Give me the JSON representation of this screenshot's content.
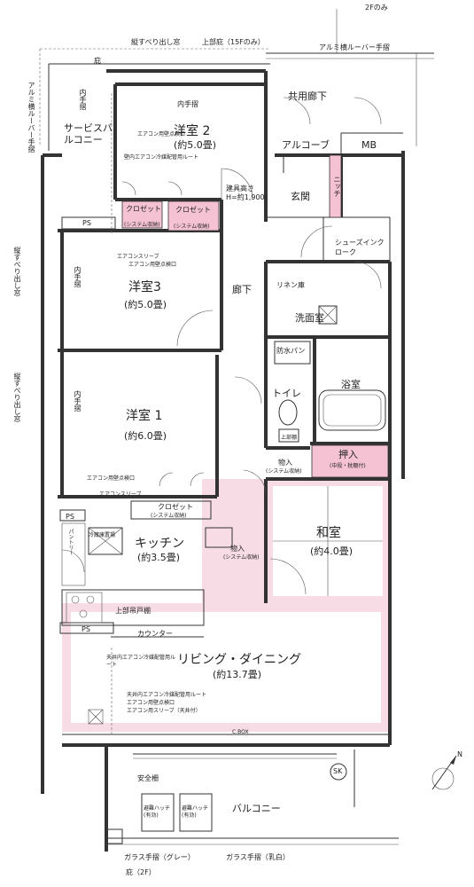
{
  "labels": {
    "vertical_window_1": "縦すべり出し窓",
    "upper_eaves": "上部庇（15Fのみ）",
    "aluminum_louver_top": "アルミ横ルーバー手摺",
    "floor_2f_only": "2Fのみ",
    "eaves": "庇",
    "aluminum_louver_left": "アルミ横ルーバー手摺",
    "vertical_window_left_a": "縦すべり出し窓",
    "vertical_window_left_b": "縦すべり出し窓",
    "inner_rail_1": "内手摺",
    "inner_rail_2": "内手摺",
    "inner_rail_3": "内手摺",
    "inner_rail_4": "内手摺",
    "service_balcony": "サービスバルコニー",
    "ac_wall_hole_1": "エアコン用壁点検口",
    "ac_piping_route": "壁内エアコン冷媒配管用ルート",
    "western_room_2": "洋室 2",
    "western_room_2_size": "(約5.0畳)",
    "common_corridor": "共用廊下",
    "alcove": "アルコーブ",
    "meter_box": "MB",
    "ceiling_height": "建具高さ H=約1,900",
    "entrance": "玄関",
    "niche": "ニッチ",
    "closet_1": "クロゼット",
    "closet_1_sub": "(システム収納)",
    "closet_2": "クロゼット",
    "closet_2_sub": "(システム収納)",
    "ps_1": "PS",
    "ps_2": "PS",
    "ps_3": "PS",
    "ac_sleeve": "エアコンスリーブ",
    "ac_wall_hole_2": "エアコン用壁点検口",
    "shoes_in_cloak": "シューズインクローク",
    "western_room_3": "洋室3",
    "western_room_3_size": "(約5.0畳)",
    "hallway": "廊下",
    "linen_shelf": "リネン庫",
    "washroom": "洗面室",
    "waterproof_pan": "防水パン",
    "bathroom": "浴室",
    "western_room_1": "洋室 1",
    "western_room_1_size": "(約6.0畳)",
    "toilet": "トイレ",
    "upper_shelf": "上部棚",
    "storage_1": "物入",
    "storage_1_sub": "(システム収納)",
    "oshiire": "押入",
    "oshiire_sub": "(中段・枕棚付)",
    "ac_wall_hole_3": "エアコン用壁点検口",
    "ac_sleeve_2": "エアコンスリーブ",
    "closet_3": "クロゼット",
    "closet_3_sub": "(システム収納)",
    "pantry": "パントリー",
    "fridge_space": "冷蔵庫置場",
    "kitchen": "キッチン",
    "kitchen_size": "(約3.5畳)",
    "storage_2": "物入",
    "storage_2_sub": "(システム収納)",
    "japanese_room": "和室",
    "japanese_room_size": "(約4.0畳)",
    "upper_cupboard": "上部吊戸棚",
    "counter": "カウンター",
    "ceiling_ac_route": "天井内エアコン冷媒配管用ルート",
    "living_dining": "リビング・ダイニング",
    "living_dining_size": "(約13.7畳)",
    "ceiling_ac_route_2": "天井内エアコン冷媒配管用ルート",
    "ac_wall_hole_4": "エアコン用壁点検口",
    "ac_sleeve_ceiling": "エアコン用スリーブ（天井付）",
    "cbox": "C.BOX",
    "sk": "SK",
    "safety_fence": "安全柵",
    "balcony": "バルコニー",
    "evac_hatch_1": "避難ハッチ(有効)",
    "evac_hatch_2": "避難ハッチ(有効)",
    "glass_rail_grey": "ガラス手摺（グレー）",
    "glass_rail_milky": "ガラス手摺（乳白）",
    "eaves_2f": "庇（2F）",
    "north": "N"
  }
}
